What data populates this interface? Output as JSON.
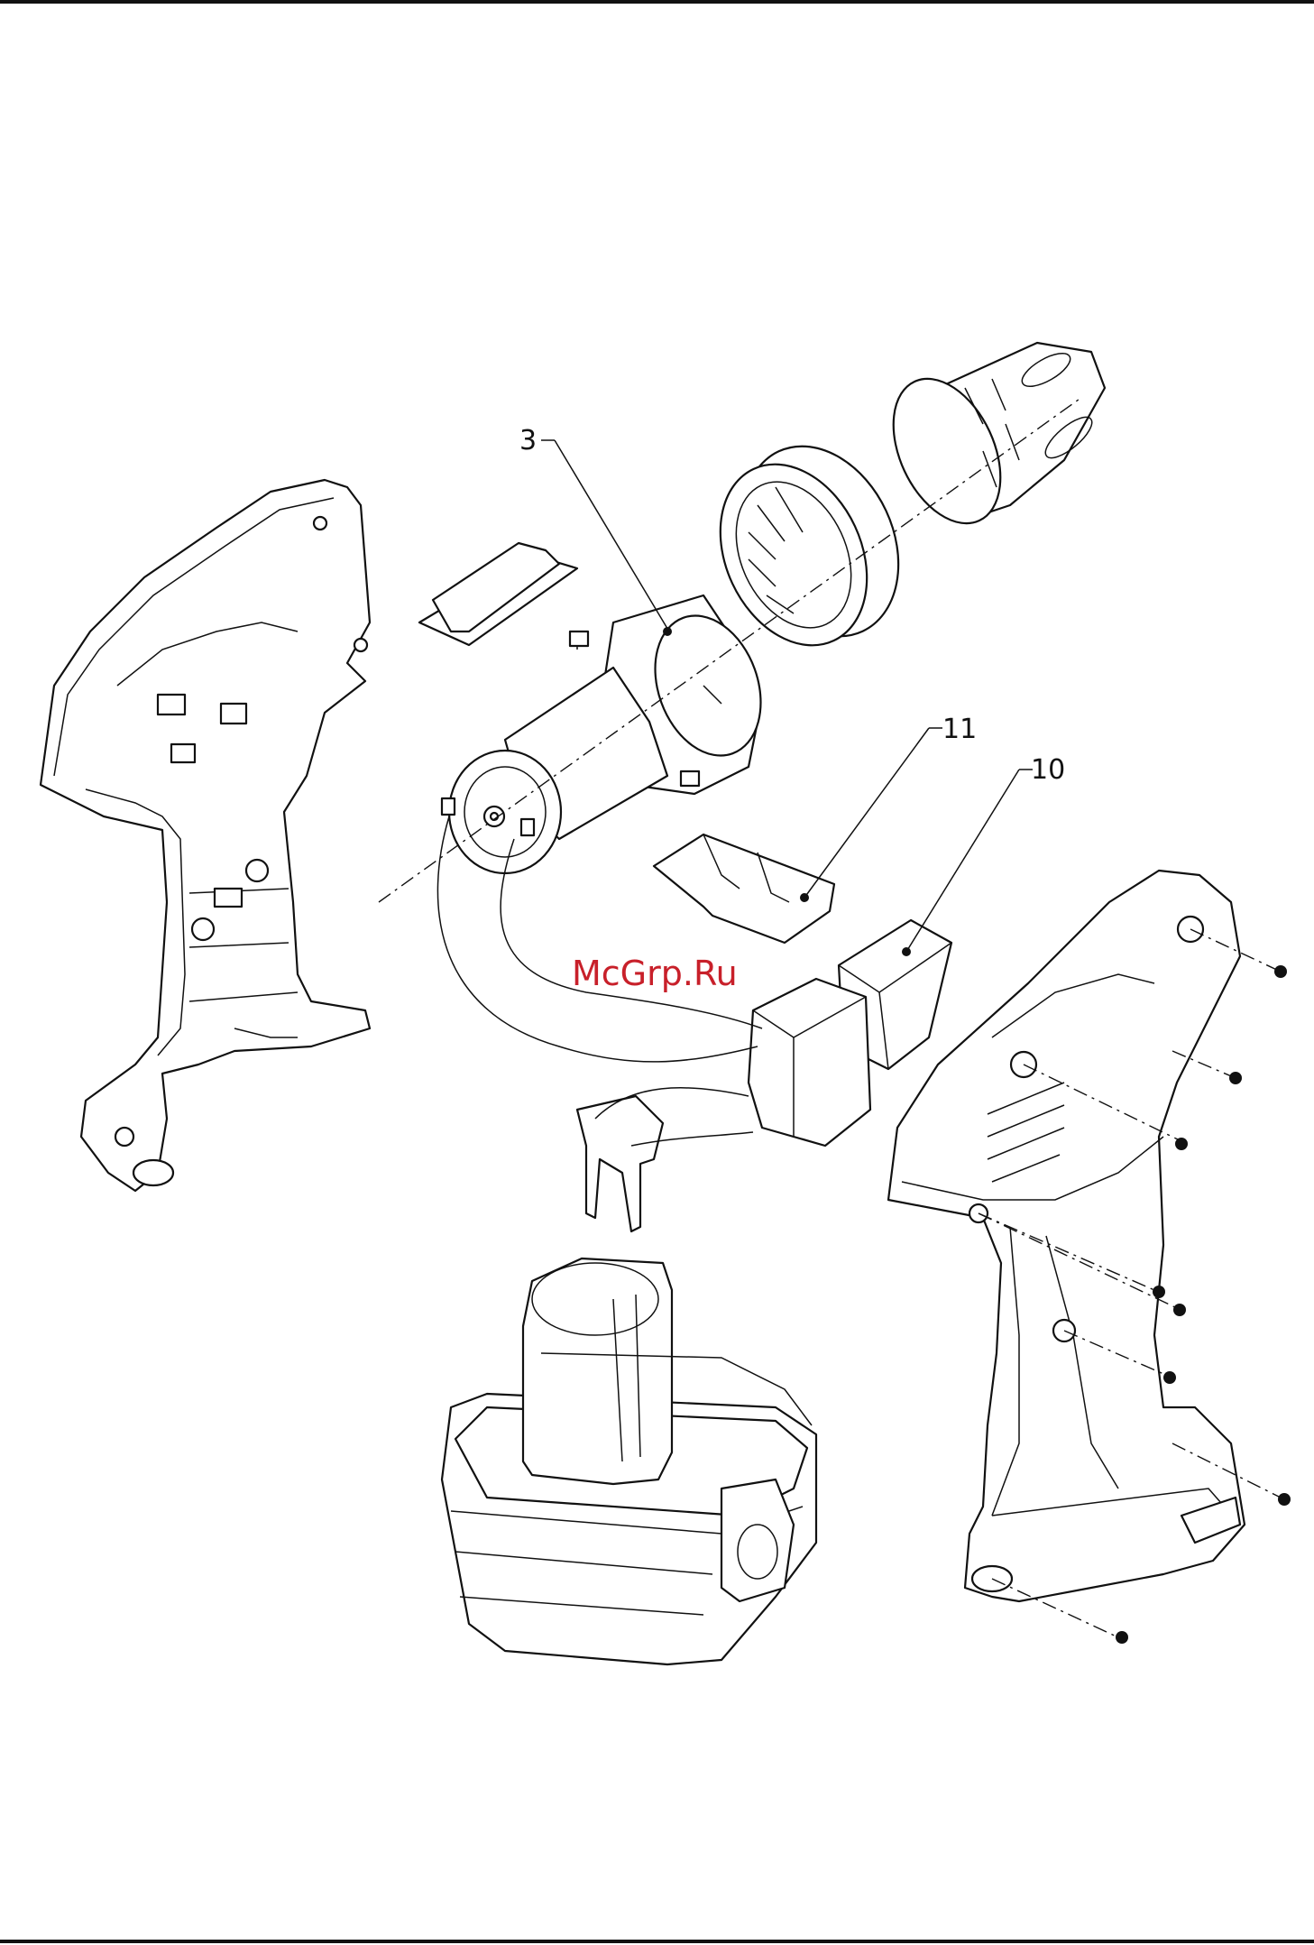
{
  "callouts": [
    {
      "id": "3",
      "text": "3"
    },
    {
      "id": "11",
      "text": "11"
    },
    {
      "id": "10",
      "text": "10"
    }
  ],
  "watermark": "McGrp.Ru",
  "colors": {
    "lines": "#111111",
    "watermark": "#c8202a",
    "background": "#ffffff"
  }
}
